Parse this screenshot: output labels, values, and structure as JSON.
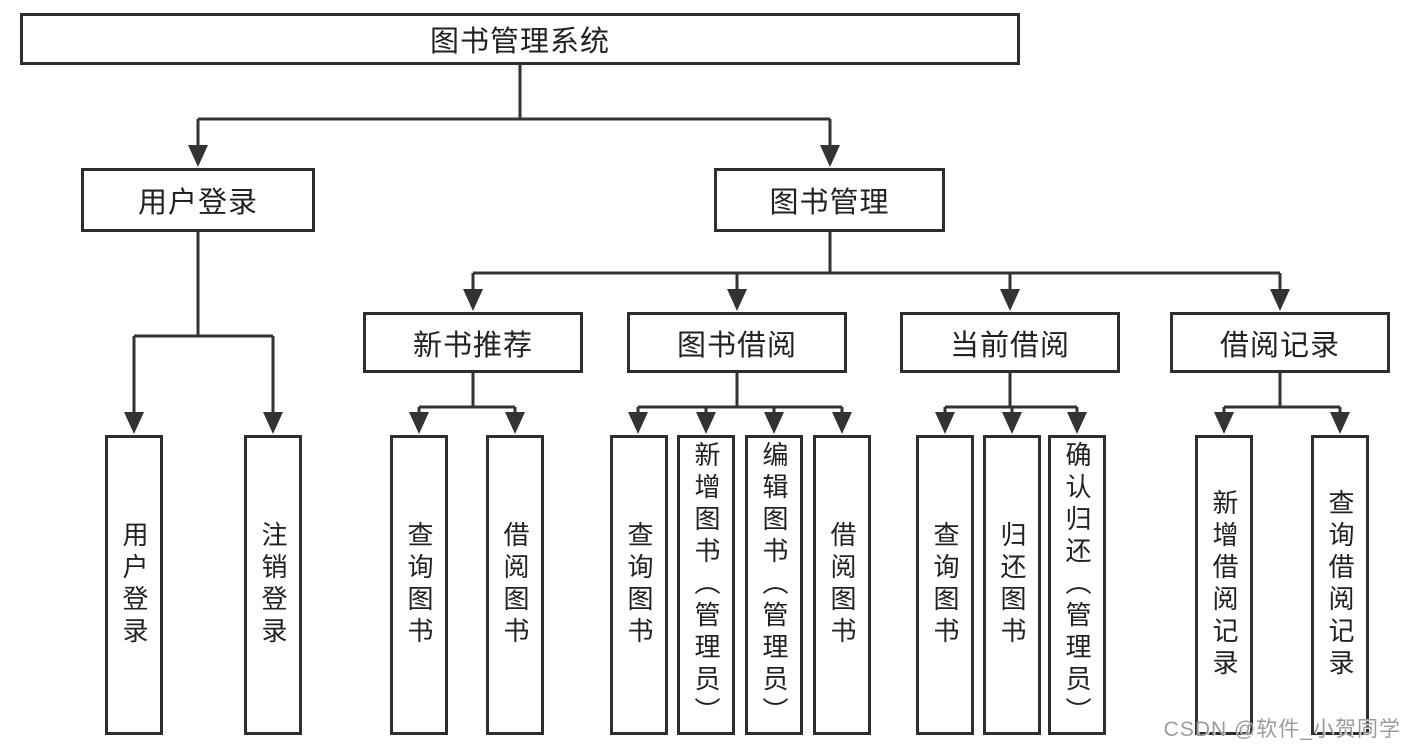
{
  "diagram_title": "图书管理系统",
  "watermark": "CSDN @软件_小贺同学",
  "colors": {
    "line": "#333333",
    "box_border": "#2e2e2e",
    "text": "#222222",
    "watermark": "#9b9b9b",
    "background": "#ffffff"
  },
  "tree": {
    "root": {
      "label": "图书管理系统"
    },
    "branches": [
      {
        "label": "用户登录",
        "children": [
          {
            "label": "用户登录"
          },
          {
            "label": "注销登录"
          }
        ]
      },
      {
        "label": "图书管理",
        "children": [
          {
            "label": "新书推荐",
            "children": [
              {
                "label": "查询图书"
              },
              {
                "label": "借阅图书"
              }
            ]
          },
          {
            "label": "图书借阅",
            "children": [
              {
                "label": "查询图书"
              },
              {
                "label": "新增图书（管理员）"
              },
              {
                "label": "编辑图书（管理员）"
              },
              {
                "label": "借阅图书"
              }
            ]
          },
          {
            "label": "当前借阅",
            "children": [
              {
                "label": "查询图书"
              },
              {
                "label": "归还图书"
              },
              {
                "label": "确认归还（管理员）"
              }
            ]
          },
          {
            "label": "借阅记录",
            "children": [
              {
                "label": "新增借阅记录"
              },
              {
                "label": "查询借阅记录"
              }
            ]
          }
        ]
      }
    ]
  }
}
